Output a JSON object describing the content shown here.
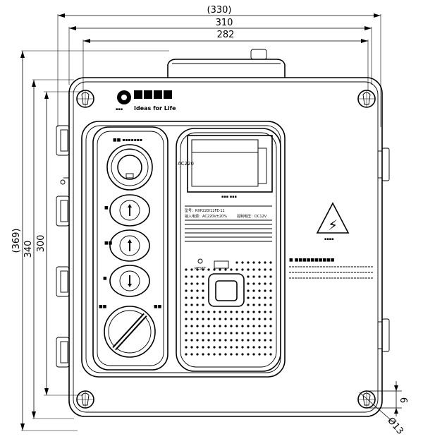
{
  "dimensions": {
    "overall_width": "(330)",
    "width_310": "310",
    "width_282": "282",
    "overall_height": "(369)",
    "height_340": "340",
    "height_300": "300",
    "hole_diameter": "Ø13",
    "slot_9": "9"
  },
  "brand": {
    "name": "Ideas for Life"
  },
  "panel": {
    "display_label": "AC220",
    "warning_sign": "⚡",
    "reset_label": "RESET",
    "spec_model": "型号：RXP220/12FE-11",
    "spec_input": "输入电源：AC220V±20%",
    "spec_output": "控制电压：DC12V"
  },
  "colors": {
    "line": "#000000",
    "background": "#ffffff",
    "accent": "#000000"
  }
}
